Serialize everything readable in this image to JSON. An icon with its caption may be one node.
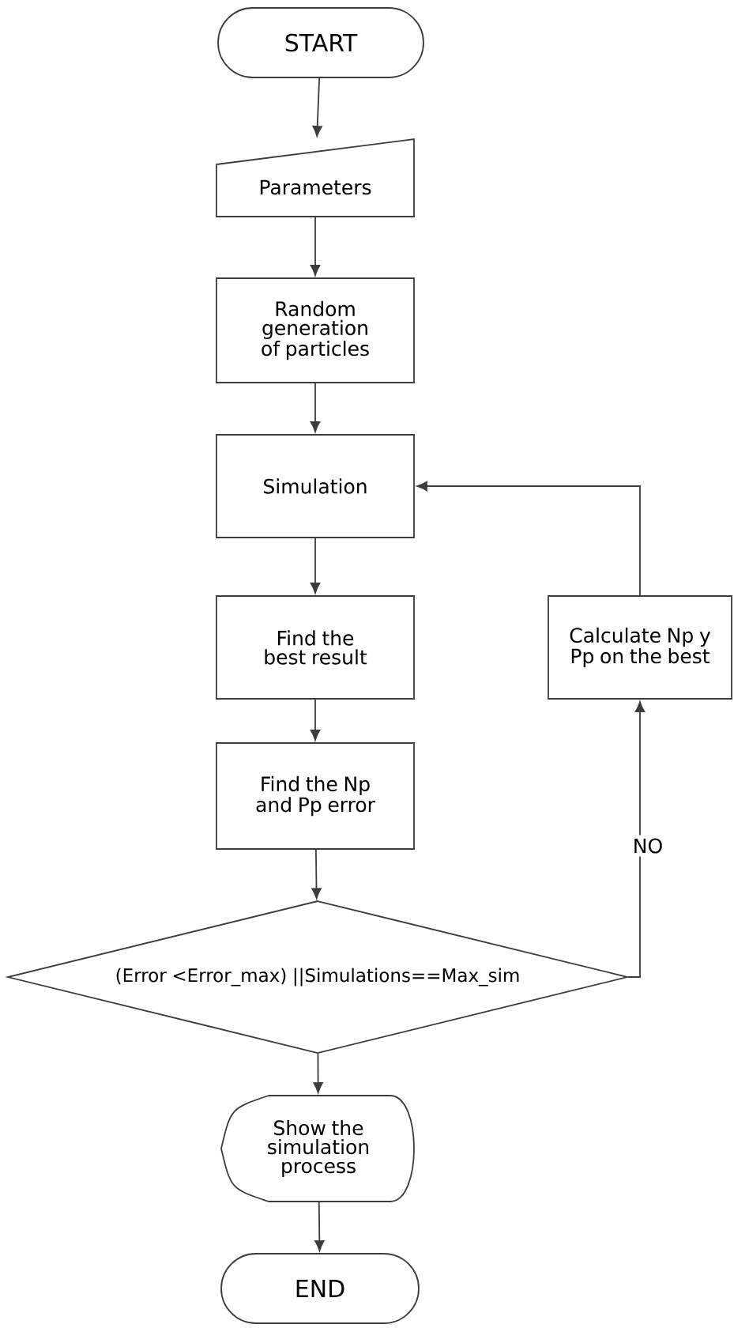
{
  "diagram": {
    "nodes": [
      {
        "text": [
          "START"
        ]
      },
      {
        "text": [
          "Parameters"
        ]
      },
      {
        "text": [
          "Random generation of particles"
        ]
      },
      {
        "text": [
          "Simulation"
        ]
      },
      {
        "text": [
          "Find the best result"
        ]
      },
      {
        "text": [
          "Find the Np and Pp error"
        ]
      },
      {
        "text": [
          "(Error <Error_max) ||Simulations==Max_sim"
        ]
      },
      {
        "text": [
          "Show the simulation process"
        ]
      },
      {
        "text": [
          "END"
        ]
      },
      {
        "text": [
          "Calculate Np y Pp on the best"
        ]
      }
    ],
    "edges": [
      {
        "from": 0,
        "to": 1,
        "arrow": "to"
      },
      {
        "from": 1,
        "to": 2,
        "arrow": "to"
      },
      {
        "from": 2,
        "to": 3,
        "arrow": "to"
      },
      {
        "from": 3,
        "to": 4,
        "arrow": "to"
      },
      {
        "from": 4,
        "to": 5,
        "arrow": "to"
      },
      {
        "from": 5,
        "to": 6,
        "arrow": "to"
      },
      {
        "from": 6,
        "to": 7,
        "arrow": "to"
      },
      {
        "from": 7,
        "to": 8,
        "arrow": "to"
      },
      {
        "from": 6,
        "to": 9,
        "arrow": "to",
        "label": "NO"
      },
      {
        "from": 9,
        "to": 3,
        "arrow": "to"
      }
    ]
  }
}
